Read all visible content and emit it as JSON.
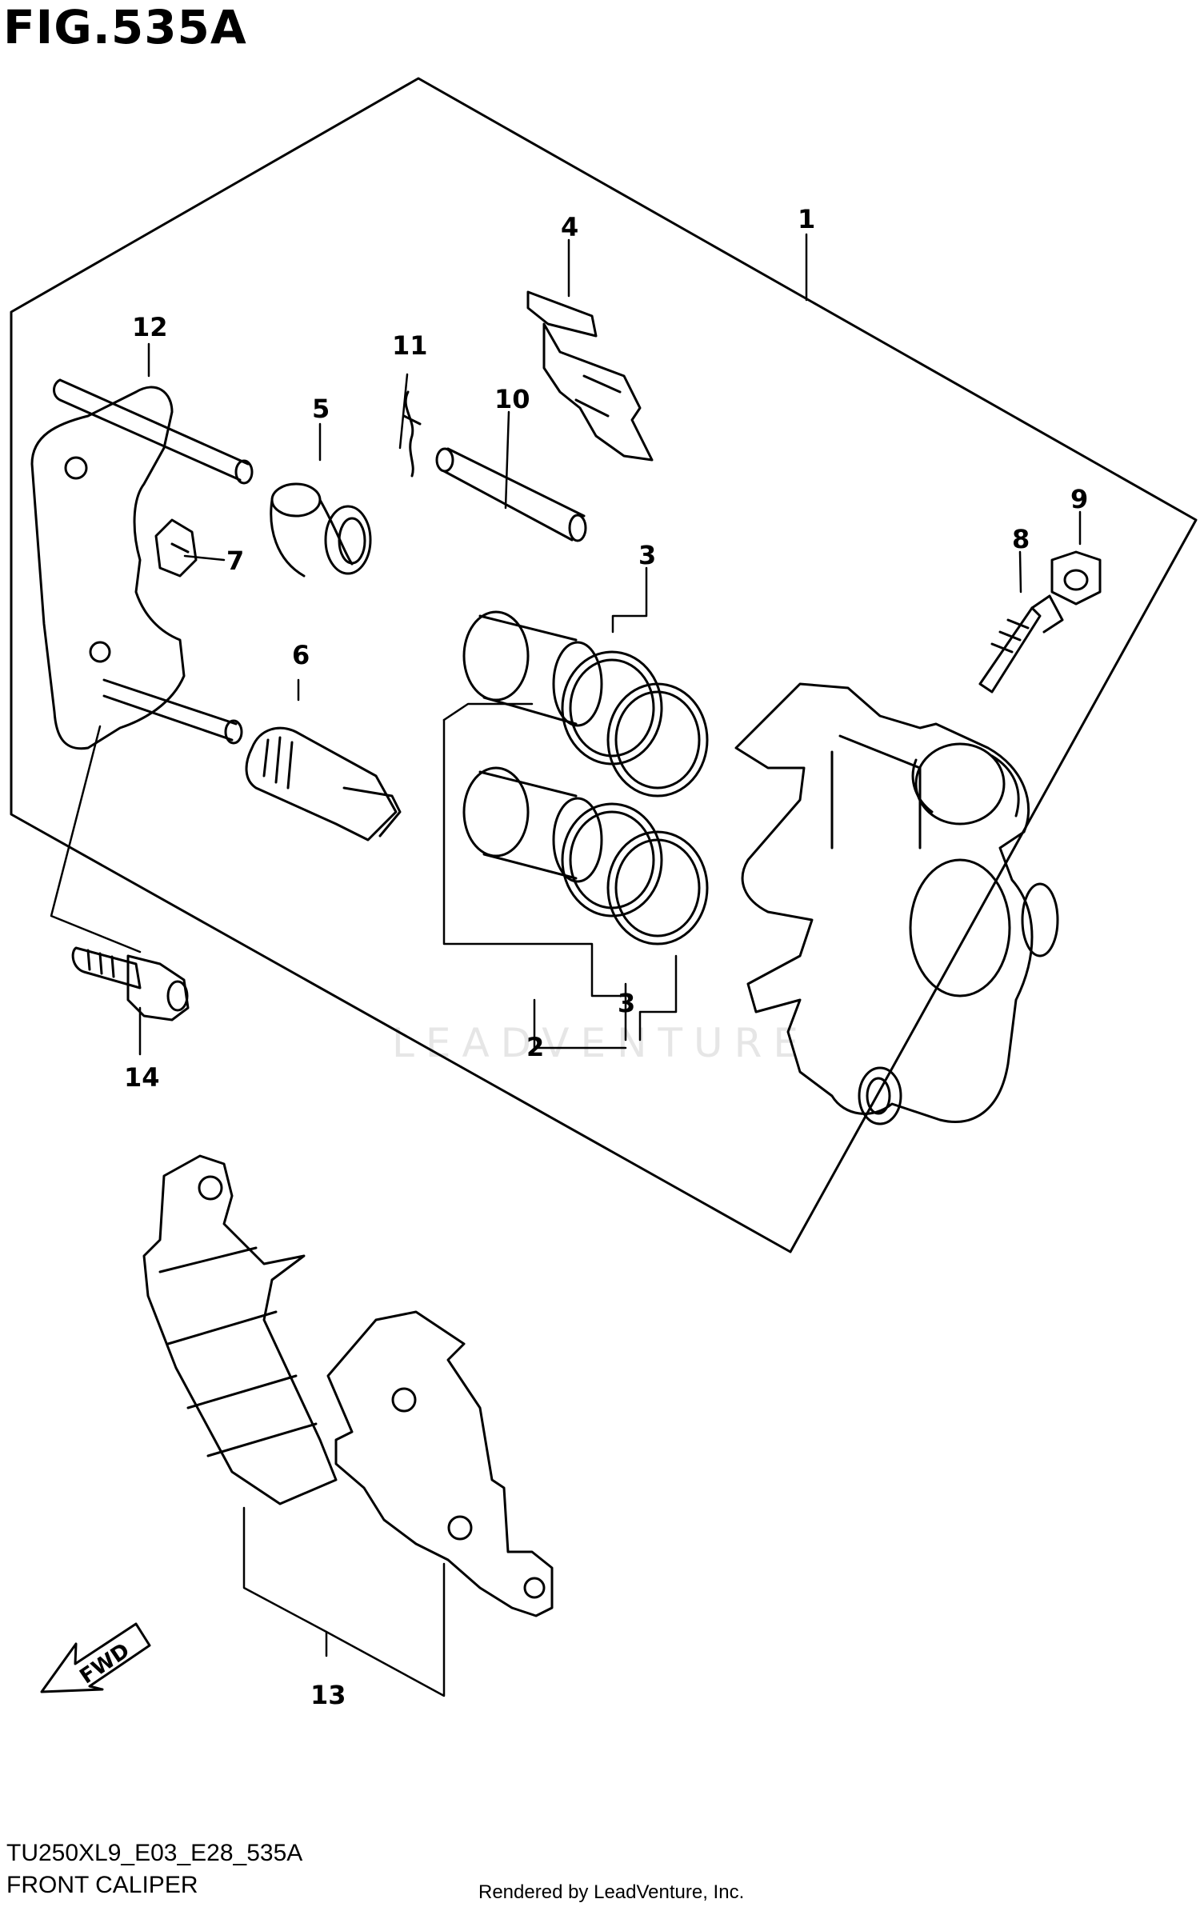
{
  "figure": {
    "title": "FIG.535A",
    "code": "TU250XL9_E03_E28_535A",
    "name": "FRONT CALIPER",
    "credit": "Rendered by LeadVenture, Inc.",
    "watermark": "LEADVENTURE",
    "direction_label": "FWD"
  },
  "callouts": [
    {
      "id": "c1",
      "label": "1"
    },
    {
      "id": "c2",
      "label": "2"
    },
    {
      "id": "c3a",
      "label": "3"
    },
    {
      "id": "c3b",
      "label": "3"
    },
    {
      "id": "c4",
      "label": "4"
    },
    {
      "id": "c5",
      "label": "5"
    },
    {
      "id": "c6",
      "label": "6"
    },
    {
      "id": "c7",
      "label": "7"
    },
    {
      "id": "c8",
      "label": "8"
    },
    {
      "id": "c9",
      "label": "9"
    },
    {
      "id": "c10",
      "label": "10"
    },
    {
      "id": "c11",
      "label": "11"
    },
    {
      "id": "c12",
      "label": "12"
    },
    {
      "id": "c13",
      "label": "13"
    },
    {
      "id": "c14",
      "label": "14"
    }
  ]
}
